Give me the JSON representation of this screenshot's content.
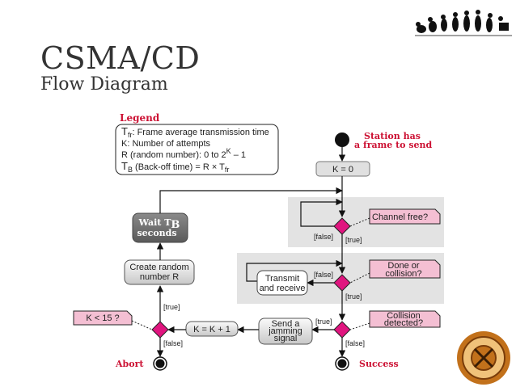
{
  "title": "CSMA/CD",
  "subtitle": "Flow Diagram",
  "legend": {
    "heading": "Legend",
    "line1_sym": "T",
    "line1_sub": "fr",
    "line1_rest": ": Frame average transmission time",
    "line2": "K: Number of attempts",
    "line3_a": "R (random number): 0 to 2",
    "line3_sup": "K",
    "line3_b": " – 1",
    "line4_sym": "T",
    "line4_sub": "B",
    "line4_mid": " (Back-off time) = R × T",
    "line4_sub2": "fr"
  },
  "nodes": {
    "start_label_1": "Station has",
    "start_label_2": "a frame to send",
    "k_init": "K = 0",
    "channel_free": "Channel free?",
    "done_or_collision_1": "Done or",
    "done_or_collision_2": "collision?",
    "transmit_1": "Transmit",
    "transmit_2": "and receive",
    "collision_detected_1": "Collision",
    "collision_detected_2": "detected?",
    "jamming_1": "Send a",
    "jamming_2": "jamming",
    "jamming_3": "signal",
    "k_increment": "K = K + 1",
    "k_check": "K < 15 ?",
    "random_1": "Create random",
    "random_2": "number R",
    "wait_1": "Wait T",
    "wait_sub": "B",
    "wait_2": "seconds",
    "abort": "Abort",
    "success": "Success"
  },
  "edge_labels": {
    "false": "[false]",
    "true": "[true]"
  },
  "colors": {
    "decision": "#e0157f",
    "callout": "#f4bfd3",
    "heading_red": "#cc1133",
    "panel": "#e3e3e3",
    "dark_box": "#6e6e6e"
  }
}
